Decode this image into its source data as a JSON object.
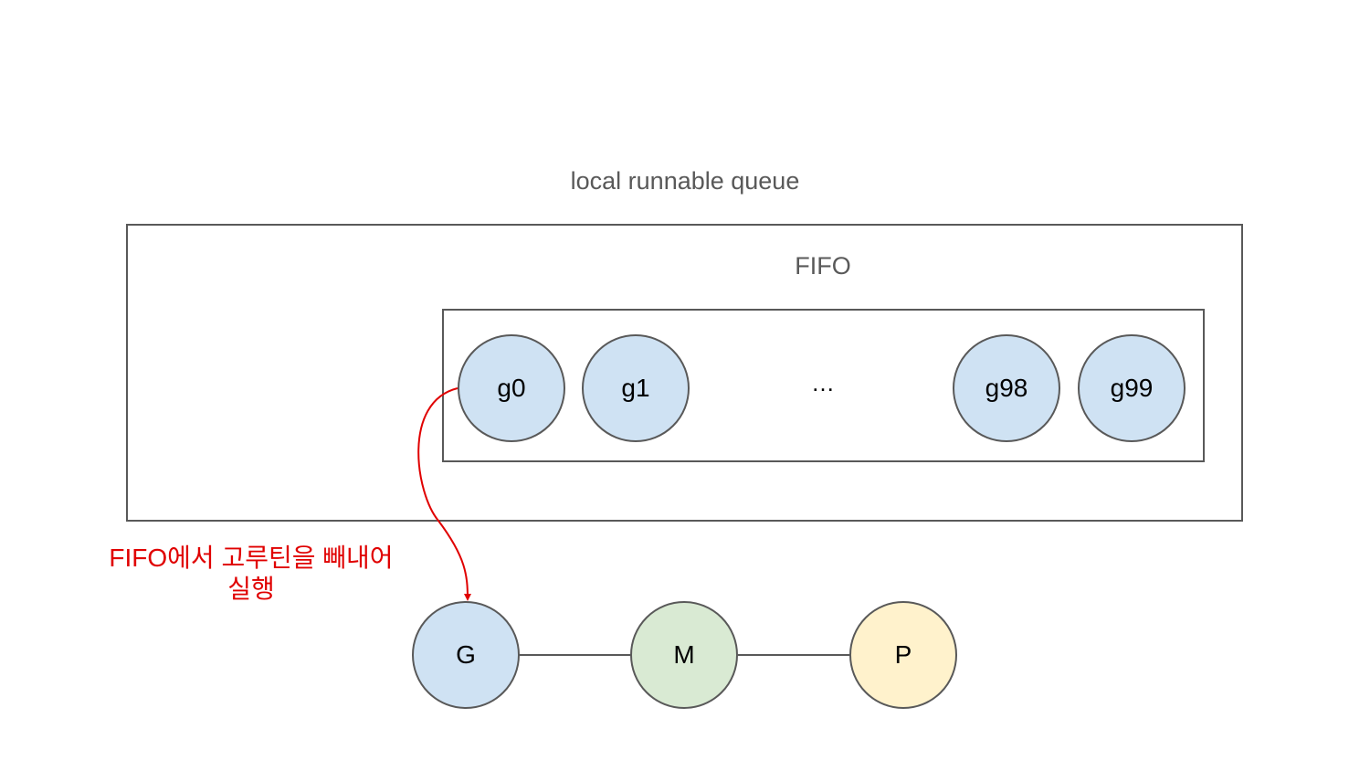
{
  "diagram": {
    "title": "local runnable queue",
    "fifo_label": "FIFO",
    "ellipsis": "…",
    "queue": [
      {
        "label": "g0"
      },
      {
        "label": "g1"
      },
      {
        "label": "g98"
      },
      {
        "label": "g99"
      }
    ],
    "annotation": "FIFO에서 고루틴을 빼내어\n실행",
    "gmp": [
      {
        "label": "G"
      },
      {
        "label": "M"
      },
      {
        "label": "P"
      }
    ]
  },
  "colors": {
    "border": "#595959",
    "text_gray": "#595959",
    "goroutine_fill": "#cfe2f3",
    "g_fill": "#cfe2f3",
    "m_fill": "#d9ead3",
    "p_fill": "#fff2cc",
    "annotation": "#e00000"
  }
}
